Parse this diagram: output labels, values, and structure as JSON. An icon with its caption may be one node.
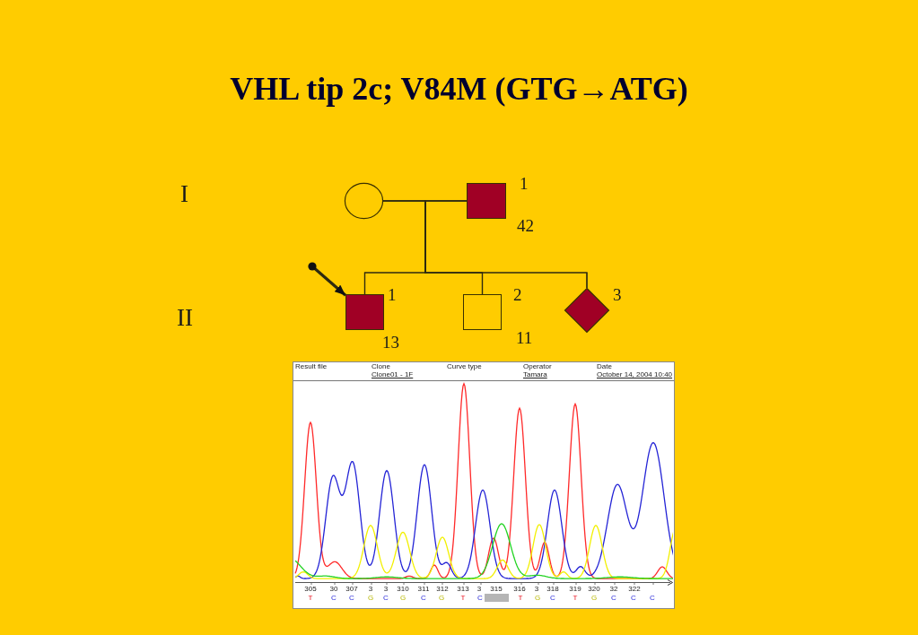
{
  "diagram": {
    "title": "VHL tip 2c; V84M (GTG→ATG)",
    "nodes": [
      {
        "text": [],
        "shape": "circle"
      },
      {
        "text": [],
        "shape": "box",
        "beside": [
          "1",
          "42"
        ]
      },
      {
        "text": [],
        "shape": "box",
        "beside": [
          "1",
          "13"
        ]
      },
      {
        "text": [],
        "shape": "box",
        "beside": [
          "2",
          "11"
        ]
      },
      {
        "text": [],
        "shape": "diamond",
        "beside": [
          "3"
        ]
      }
    ],
    "edges": [
      {
        "from": 0,
        "to": 1,
        "arrow": "none"
      },
      {
        "from": 0,
        "to": 2,
        "arrow": "none"
      },
      {
        "from": 0,
        "to": 3,
        "arrow": "none"
      },
      {
        "from": 0,
        "to": 4,
        "arrow": "none"
      },
      {
        "from": 1,
        "to": 2,
        "arrow": "none"
      },
      {
        "from": 1,
        "to": 3,
        "arrow": "none"
      },
      {
        "from": 1,
        "to": 4,
        "arrow": "none"
      },
      {
        "from": null,
        "to": 2,
        "arrow": "to",
        "style": "thick"
      }
    ],
    "labels": [
      "I",
      "II",
      "Result file",
      "Clone",
      "Curve type",
      "Operator",
      "Date",
      "Clone01 - 1F",
      "Tamara",
      "October 14, 2004 10:40",
      "305",
      "30",
      "307",
      "3",
      "3",
      "310",
      "311",
      "312",
      "313",
      "3",
      "315",
      "316",
      "3",
      "318",
      "319",
      "320",
      "32",
      "322",
      "T",
      "C",
      "C",
      "G",
      "C",
      "G",
      "C",
      "G",
      "T",
      "C",
      "T",
      "G",
      "C",
      "T",
      "G",
      "C",
      "C",
      "C"
    ]
  }
}
